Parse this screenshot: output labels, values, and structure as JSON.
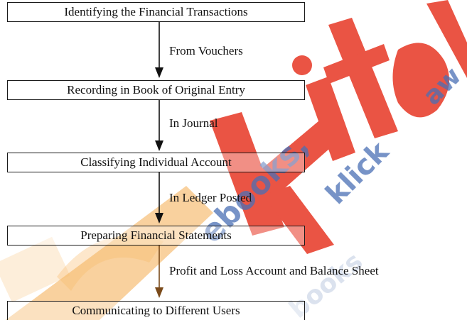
{
  "flowchart": {
    "steps": [
      "Identifying the Financial Transactions",
      "Recording in Book of Original Entry",
      "Classifying Individual Account",
      "Preparing Financial Statements",
      "Communicating to Different Users"
    ],
    "connectors": [
      "From Vouchers",
      "In Journal",
      "In Ledger Posted",
      "Profit and Loss Account and Balance Sheet"
    ]
  },
  "watermark": {
    "logo_text": "Kitab",
    "url_text": "ebooks, klick aw",
    "colors": {
      "red": "#e8412f",
      "orange": "#f3a23a",
      "blue": "#4a6fb5"
    }
  }
}
